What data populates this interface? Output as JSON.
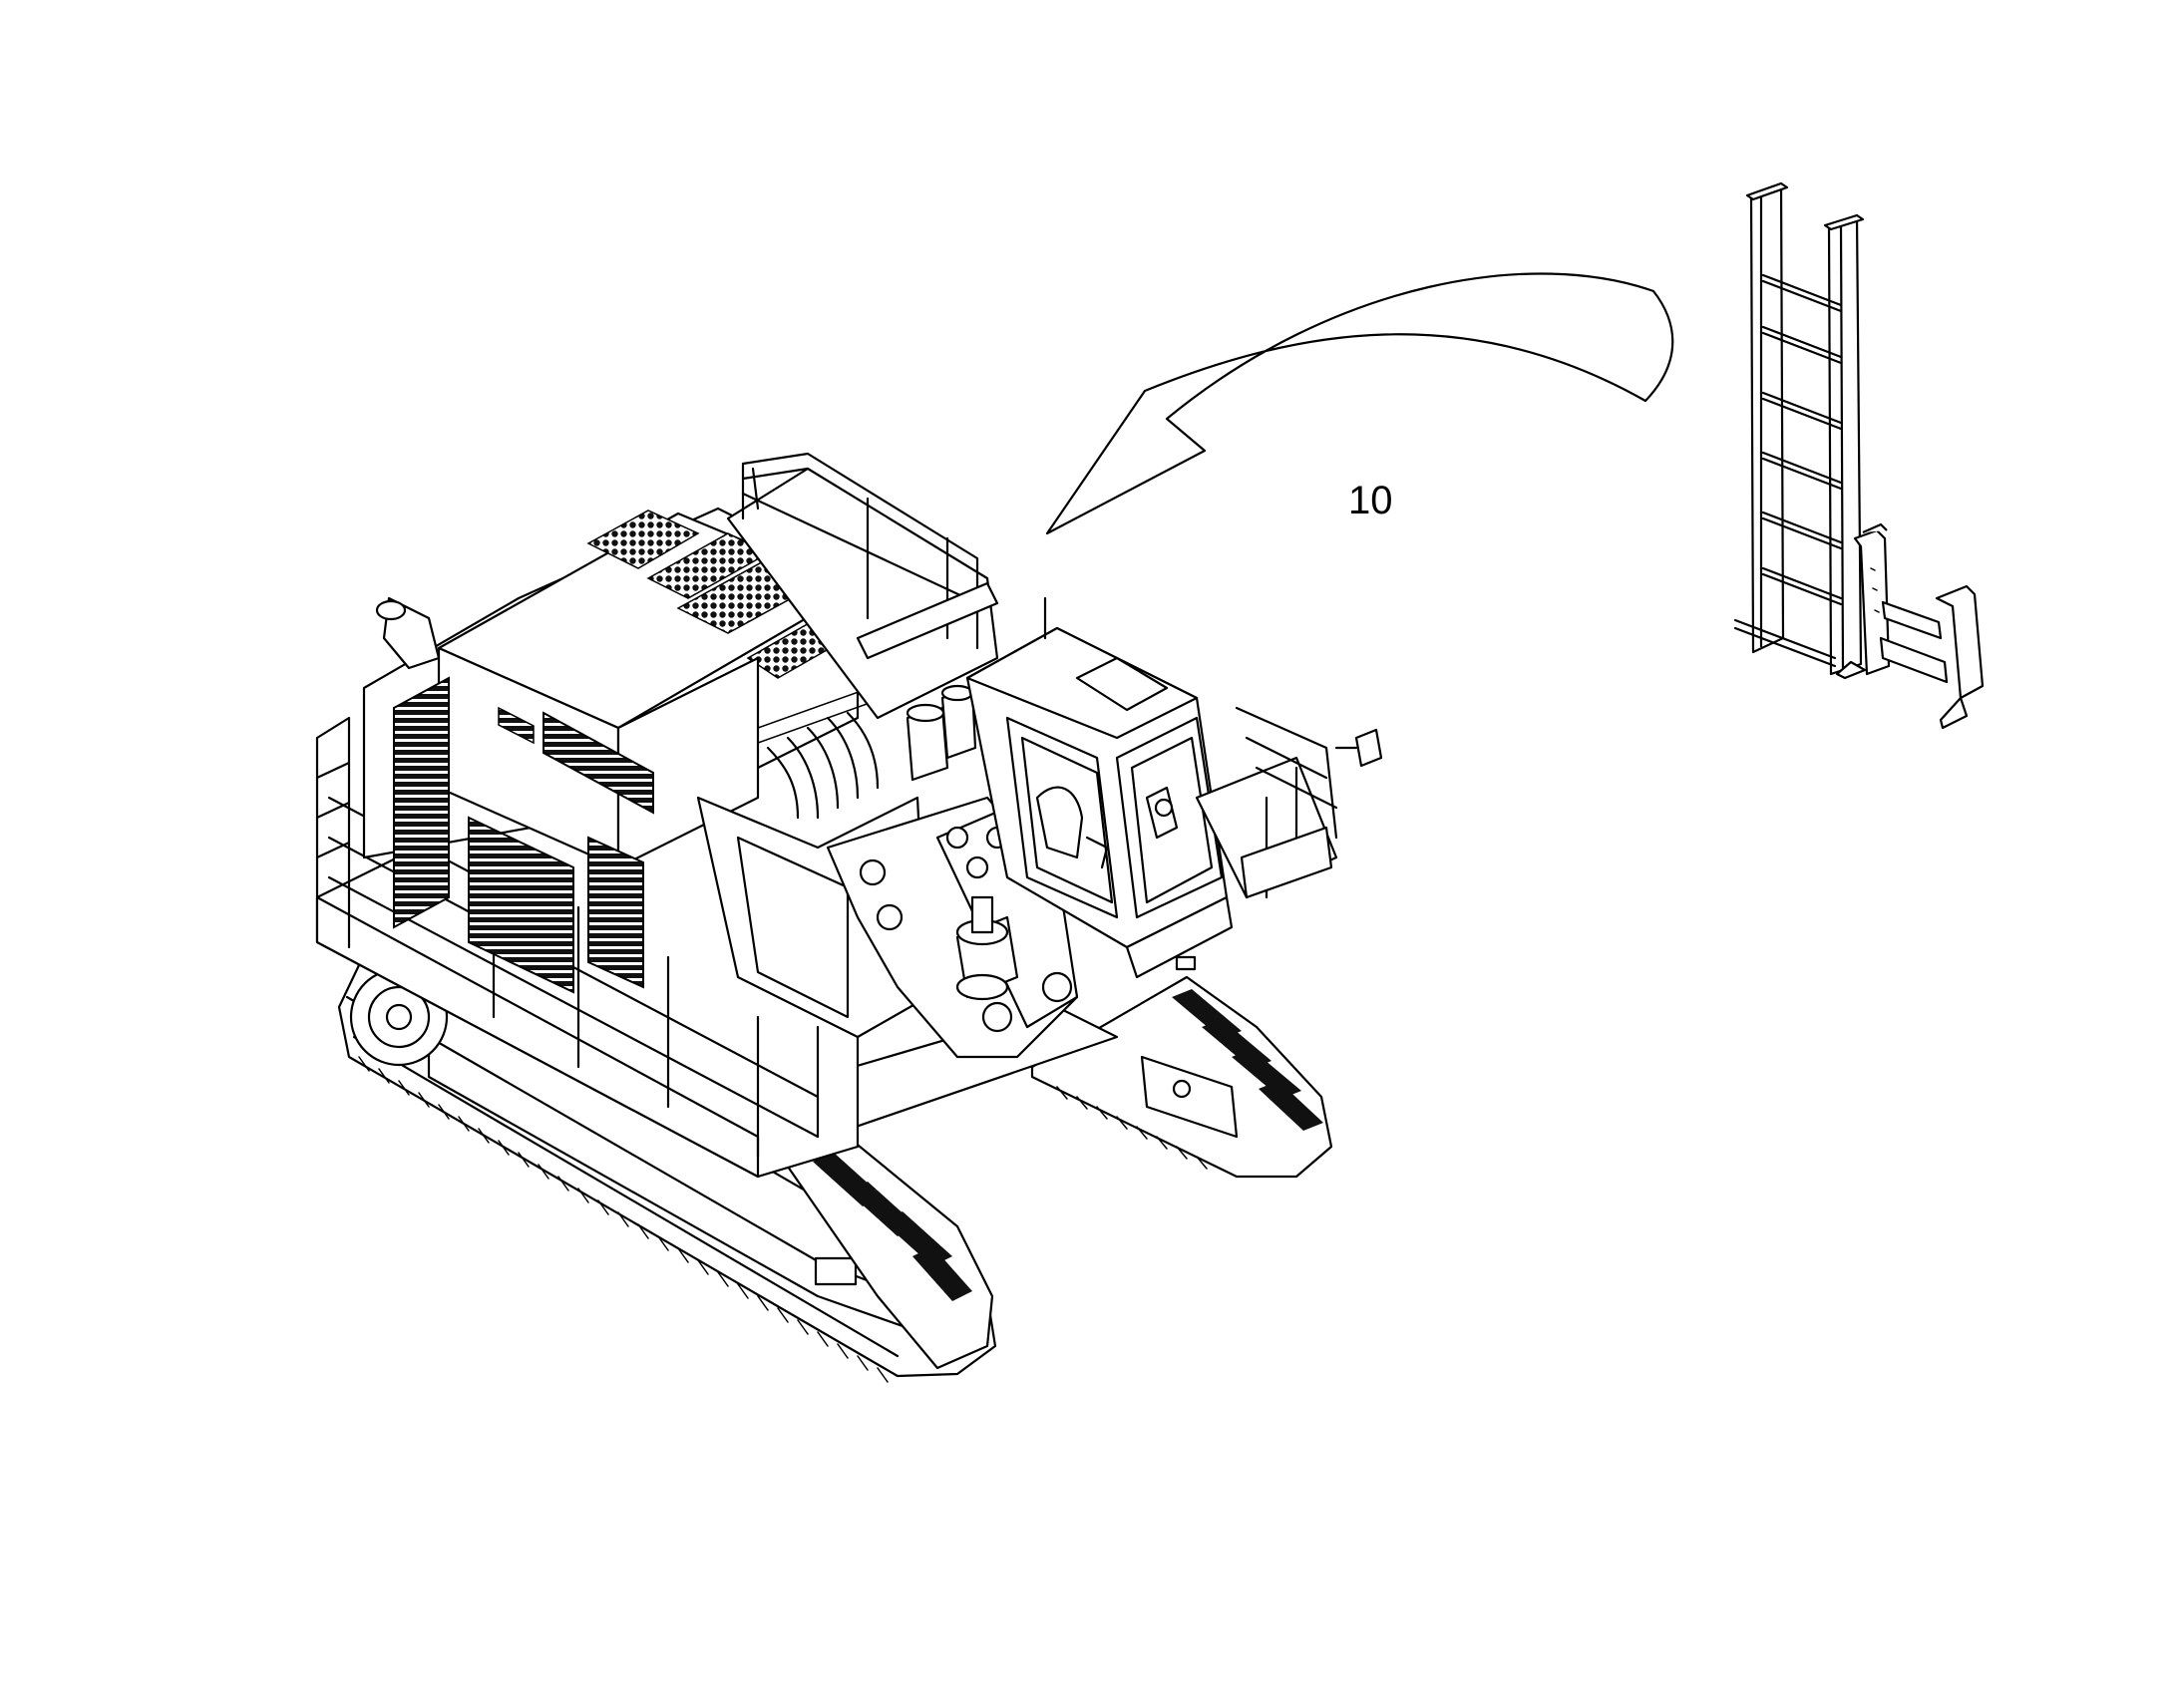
{
  "callout": {
    "number": "10"
  },
  "colors": {
    "line": "#000000",
    "background": "#ffffff"
  },
  "icons": [
    "excavator-drawing",
    "ladder-drawing",
    "bracket-drawing",
    "curved-arrow"
  ]
}
